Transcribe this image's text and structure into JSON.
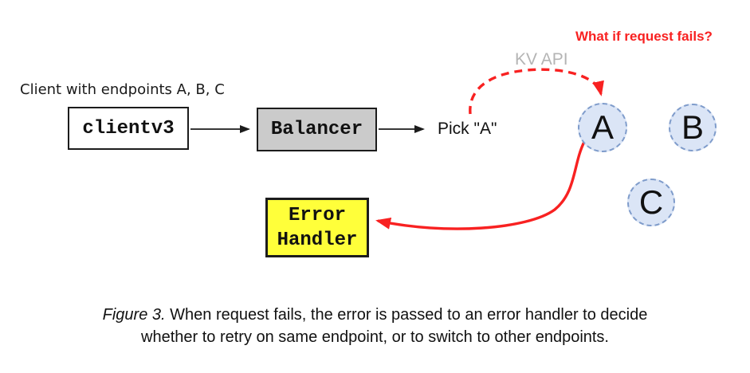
{
  "diagram": {
    "question_label": "What if request fails?",
    "kv_api_label": "KV API",
    "client_caption": "Client with endpoints A, B, C",
    "client_box_label": "clientv3",
    "balancer_box_label": "Balancer",
    "pick_label": "Pick \"A\"",
    "error_handler": {
      "line1": "Error",
      "line2": "Handler"
    },
    "endpoints": [
      {
        "label": "A"
      },
      {
        "label": "B"
      },
      {
        "label": "C"
      }
    ],
    "colors": {
      "alert_red": "#f82121",
      "muted_gray_label": "#b4b4b4",
      "endpoint_fill": "#dbe5f6",
      "endpoint_border": "#7f9ccb",
      "balancer_fill": "#cbcbcb",
      "error_handler_fill": "#ffff3a"
    }
  },
  "caption": {
    "figure_label": "Figure 3.",
    "line1_rest": "When request fails, the error is passed to an error handler to decide",
    "line2": "whether to retry on same endpoint, or to switch to other endpoints."
  }
}
